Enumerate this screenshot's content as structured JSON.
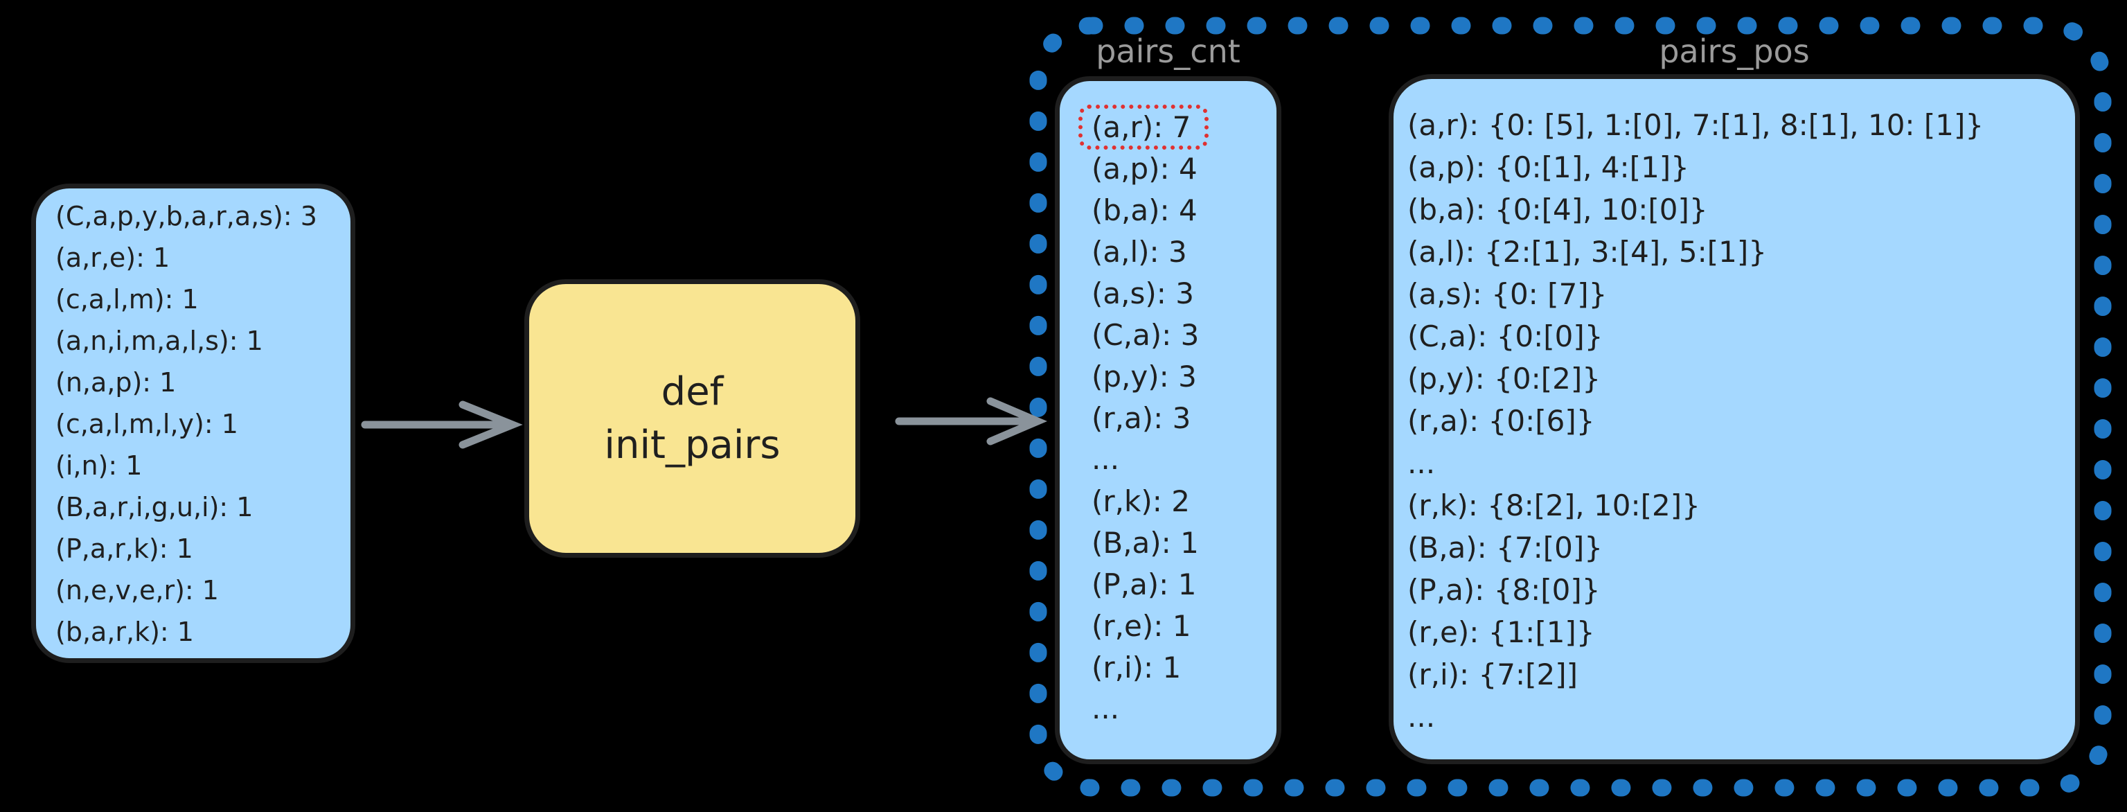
{
  "diagram": {
    "kind": "byte-pair-encoding init_pairs flow",
    "input_box": {
      "lines": [
        "(C,a,p,y,b,a,r,a,s): 3",
        "(a,r,e): 1",
        "(c,a,l,m): 1",
        "(a,n,i,m,a,l,s): 1",
        "(n,a,p): 1",
        "(c,a,l,m,l,y): 1",
        "(i,n): 1",
        "(B,a,r,i,g,u,i): 1",
        "(P,a,r,k): 1",
        "(n,e,v,e,r): 1",
        "(b,a,r,k): 1"
      ]
    },
    "function_box": {
      "keyword_line": "def",
      "name_line": "init_pairs"
    },
    "pairs_cnt": {
      "label": "pairs_cnt",
      "highlighted_entry": "(a,r): 7",
      "entries": [
        "(a,r): 7",
        "(a,p): 4",
        "(b,a): 4",
        "(a,l): 3",
        "(a,s): 3",
        "(C,a): 3",
        "(p,y): 3",
        "(r,a): 3",
        "...",
        "(r,k): 2",
        "(B,a): 1",
        "(P,a): 1",
        "(r,e): 1",
        "(r,i): 1",
        "..."
      ]
    },
    "pairs_pos": {
      "label": "pairs_pos",
      "entries": [
        "(a,r): {0: [5], 1:[0], 7:[1], 8:[1], 10: [1]}",
        "(a,p): {0:[1], 4:[1]}",
        "(b,a): {0:[4], 10:[0]}",
        "(a,l): {2:[1], 3:[4], 5:[1]}",
        "(a,s): {0: [7]}",
        "(C,a): {0:[0]}",
        "(p,y): {0:[2]}",
        "(r,a): {0:[6]}",
        "...",
        "(r,k): {8:[2], 10:[2]}",
        "(B,a): {7:[0]}",
        "(P,a): {8:[0]}",
        "(r,e): {1:[1]}",
        "(r,i): {7:[2]]",
        "..."
      ]
    },
    "colors": {
      "background": "#000000",
      "box_fill_blue": "#a5d8ff",
      "box_fill_yellow": "#f9e592",
      "outline": "#1e1e1e",
      "frame_dot_blue": "#1f77c4",
      "highlight_red": "#e03131",
      "label_gray": "#9b9b9b",
      "arrow_gray": "#8a939b"
    }
  }
}
